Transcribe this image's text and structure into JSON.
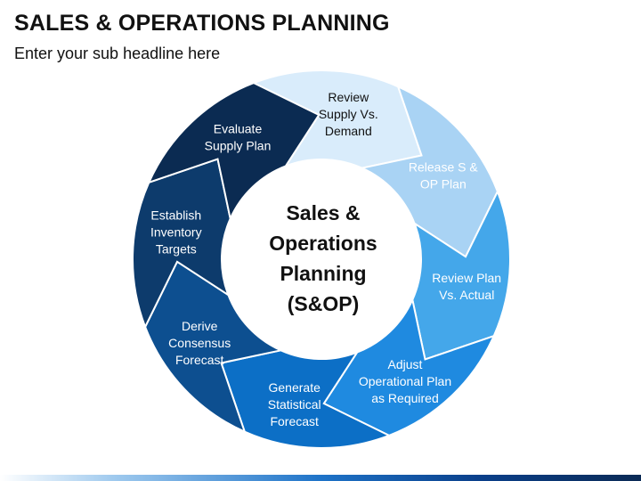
{
  "title": "SALES & OPERATIONS PLANNING",
  "subtitle": "Enter your sub headline here",
  "diagram": {
    "center_label_lines": [
      "Sales &",
      "Operations",
      "Planning",
      "(S&OP)"
    ],
    "steps": [
      {
        "label_lines": [
          "Review",
          "Supply Vs.",
          "Demand"
        ],
        "fill": "#d9ecfb",
        "text_color": "#111111"
      },
      {
        "label_lines": [
          "Release S &",
          "OP Plan"
        ],
        "fill": "#a9d3f4",
        "text_color": "#ffffff"
      },
      {
        "label_lines": [
          "Review Plan",
          "Vs. Actual"
        ],
        "fill": "#44a7ea",
        "text_color": "#ffffff"
      },
      {
        "label_lines": [
          "Adjust",
          "Operational Plan",
          "as Required"
        ],
        "fill": "#1f8ae0",
        "text_color": "#ffffff"
      },
      {
        "label_lines": [
          "Generate",
          "Statistical",
          "Forecast"
        ],
        "fill": "#0c6fc6",
        "text_color": "#ffffff"
      },
      {
        "label_lines": [
          "Derive",
          "Consensus",
          "Forecast"
        ],
        "fill": "#0d4f90",
        "text_color": "#ffffff"
      },
      {
        "label_lines": [
          "Establish",
          "Inventory",
          "Targets"
        ],
        "fill": "#0d3b6c",
        "text_color": "#ffffff"
      },
      {
        "label_lines": [
          "Evaluate",
          "Supply  Plan"
        ],
        "fill": "#0b2b52",
        "text_color": "#ffffff"
      }
    ]
  }
}
